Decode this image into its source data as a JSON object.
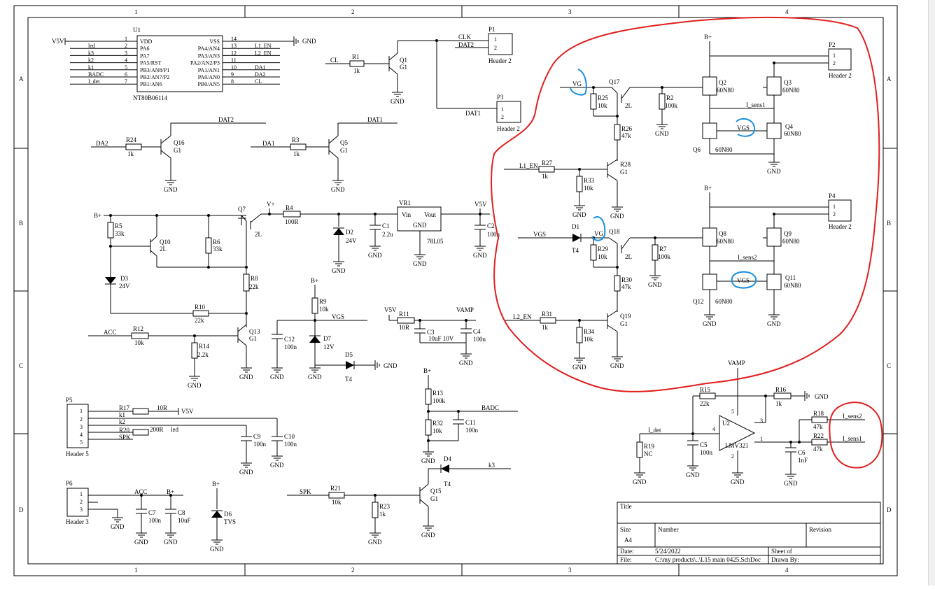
{
  "border": {
    "cols": [
      "1",
      "2",
      "3",
      "4"
    ],
    "rows": [
      "A",
      "B",
      "C",
      "D"
    ]
  },
  "ic": {
    "ref": "U1",
    "part": "NT80B06114",
    "left_pins": [
      {
        "num": "1",
        "name": "VDD",
        "net": "V5V"
      },
      {
        "num": "2",
        "name": "PA6",
        "net": "led"
      },
      {
        "num": "3",
        "name": "PA7",
        "net": "k3"
      },
      {
        "num": "4",
        "name": "PA5/RST",
        "net": "k2"
      },
      {
        "num": "5",
        "name": "PB3/AN8/P1",
        "net": "k1"
      },
      {
        "num": "6",
        "name": "PB2/AN7/P2",
        "net": "BADC"
      },
      {
        "num": "7",
        "name": "PB1/AN6",
        "net": "I_det"
      }
    ],
    "right_pins": [
      {
        "num": "14",
        "name": "VSS",
        "net": "GND"
      },
      {
        "num": "13",
        "name": "PA4/AN4",
        "net": "L1_EN"
      },
      {
        "num": "12",
        "name": "PA3/AN3",
        "net": "L2_EN"
      },
      {
        "num": "11",
        "name": "PA2/AN2/P3",
        "net": ""
      },
      {
        "num": "10",
        "name": "PA1/AN1",
        "net": "DA1"
      },
      {
        "num": "9",
        "name": "PA0/AN0",
        "net": "DA2"
      },
      {
        "num": "8",
        "name": "PB0/AN5",
        "net": "CL"
      }
    ]
  },
  "labels": {
    "gnd": "GND",
    "bplus": "B+",
    "vplus": "V+",
    "v5v": "V5V",
    "vamp": "VAMP",
    "vgs": "VGS",
    "vg": "VG",
    "clk": "CLK",
    "cl": "CL",
    "dat1": "DAT1",
    "dat2": "DAT2",
    "da1": "DA1",
    "da2": "DA2",
    "acc": "ACC",
    "l1_en": "L1_EN",
    "l2_en": "L2_EN",
    "badc": "BADC",
    "i_det": "I_det",
    "i_sens1": "I_sens1",
    "i_sens2": "I_sens2",
    "spk": "SPK",
    "k1": "k1",
    "k2": "k2",
    "k3": "k3",
    "led": "led"
  },
  "parts": {
    "R1": [
      "R1",
      "1k"
    ],
    "R2": [
      "R2",
      "100k"
    ],
    "R3": [
      "R3",
      "1k"
    ],
    "R4": [
      "R4",
      "100R"
    ],
    "R5": [
      "R5",
      "33k"
    ],
    "R6": [
      "R6",
      "33k"
    ],
    "R7": [
      "R7",
      "100k"
    ],
    "R8": [
      "R8",
      "22k"
    ],
    "R9": [
      "R9",
      "10k"
    ],
    "R10": [
      "R10",
      "22k"
    ],
    "R11": [
      "R11",
      "10R"
    ],
    "R12": [
      "R12",
      "10k"
    ],
    "R13": [
      "R13",
      "100k"
    ],
    "R14": [
      "R14",
      "2.2k"
    ],
    "R15": [
      "R15",
      "22k"
    ],
    "R16": [
      "R16",
      "1k"
    ],
    "R17": [
      "R17",
      "10R"
    ],
    "R18": [
      "R18",
      "47k"
    ],
    "R19": [
      "R19",
      "NC"
    ],
    "R20": [
      "R20",
      "200R"
    ],
    "R21": [
      "R21",
      "10k"
    ],
    "R22": [
      "R22",
      "47k"
    ],
    "R23": [
      "R23",
      "1k"
    ],
    "R24": [
      "R24",
      "1k"
    ],
    "R25": [
      "R25",
      "10k"
    ],
    "R26": [
      "R26",
      "47k"
    ],
    "R27": [
      "R27",
      "1k"
    ],
    "R28": [
      "R28",
      "G1"
    ],
    "R29": [
      "R29",
      "10k"
    ],
    "R30": [
      "R30",
      "47k"
    ],
    "R31": [
      "R31",
      "1k"
    ],
    "R32": [
      "R32",
      "10k"
    ],
    "R33": [
      "R33",
      "10k"
    ],
    "R34": [
      "R34",
      "10k"
    ],
    "C1": [
      "C1",
      "2.2u"
    ],
    "C2": [
      "C2",
      "100n"
    ],
    "C3": [
      "C3",
      "10uF 10V"
    ],
    "C4": [
      "C4",
      "100n"
    ],
    "C5": [
      "C5",
      "100n"
    ],
    "C6": [
      "C6",
      "1nF"
    ],
    "C7": [
      "C7",
      "100n"
    ],
    "C8": [
      "C8",
      "10uF"
    ],
    "C9": [
      "C9",
      "100n"
    ],
    "C10": [
      "C10",
      "100n"
    ],
    "C11": [
      "C11",
      "100n"
    ],
    "C12": [
      "C12",
      "100n"
    ],
    "D1": [
      "D1",
      "T4"
    ],
    "D2": [
      "D2",
      "24V"
    ],
    "D3": [
      "D3",
      "24V"
    ],
    "D4": [
      "D4",
      "T4"
    ],
    "D5": [
      "D5",
      "T4"
    ],
    "D6": [
      "D6",
      "TVS"
    ],
    "D7": [
      "D7",
      "12V"
    ],
    "Q1": [
      "Q1",
      "G1"
    ],
    "Q5": [
      "Q5",
      "G1"
    ],
    "Q7": [
      "Q7",
      "2L"
    ],
    "Q10": [
      "Q10",
      "2L"
    ],
    "Q13": [
      "Q13",
      "G1"
    ],
    "Q15": [
      "Q15",
      "G1"
    ],
    "Q16": [
      "Q16",
      "G1"
    ],
    "Q17": [
      "Q17",
      "2L"
    ],
    "Q18": [
      "Q18",
      "2L"
    ],
    "Q19": [
      "Q19",
      "G1"
    ],
    "Q2": [
      "Q2",
      "60N80"
    ],
    "Q3": [
      "Q3",
      "60N80"
    ],
    "Q4": [
      "Q4",
      "60N80"
    ],
    "Q6": [
      "Q6",
      "60N80"
    ],
    "Q8": [
      "Q8",
      "60N80"
    ],
    "Q9": [
      "Q9",
      "60N80"
    ],
    "Q11": [
      "Q11",
      "60N80"
    ],
    "Q12": [
      "Q12",
      "60N80"
    ],
    "VR1": [
      "VR1",
      "78L05"
    ],
    "U2": [
      "U2",
      "LMV321"
    ]
  },
  "vr1_pins": {
    "vin": "Vin",
    "vout": "Vout",
    "gnd": "GND"
  },
  "headers": {
    "P1": {
      "ref": "P1",
      "name": "Header 2",
      "pins": [
        "1",
        "2"
      ]
    },
    "P2": {
      "ref": "P2",
      "name": "Header 2",
      "pins": [
        "1",
        "2"
      ]
    },
    "P3": {
      "ref": "P3",
      "name": "Header 2",
      "pins": [
        "1",
        "2"
      ]
    },
    "P4": {
      "ref": "P4",
      "name": "Header 2",
      "pins": [
        "1",
        "2"
      ]
    },
    "P5": {
      "ref": "P5",
      "name": "Header 5",
      "pins": [
        "1",
        "2",
        "3",
        "4",
        "5"
      ]
    },
    "P6": {
      "ref": "P6",
      "name": "Header 3",
      "pins": [
        "1",
        "2",
        "3"
      ]
    }
  },
  "opamp_pins": {
    "out": "1",
    "vcc": "5",
    "gnd": "2",
    "inm": "4",
    "inp": "3"
  },
  "title_block": {
    "title_label": "Title",
    "size_label": "Size",
    "size_value": "A4",
    "number_label": "Number",
    "revision_label": "Revision",
    "date_label": "Date:",
    "date_value": "5/24/2022",
    "sheet_label": "Sheet  of",
    "file_label": "File:",
    "file_value": "C:\\my products\\..\\L15 main 0425.SchDoc",
    "drawn_label": "Drawn By:"
  },
  "colors": {
    "highlight_red": "#e02020",
    "highlight_blue": "#1a8fe0",
    "ink": "#000000",
    "sheet": "#ffffff"
  }
}
